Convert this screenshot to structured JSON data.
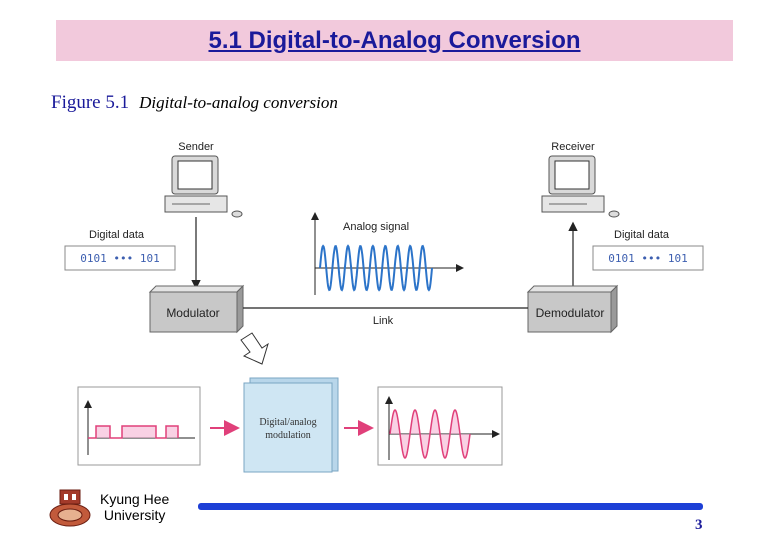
{
  "slide": {
    "title": "5.1 Digital-to-Analog Conversion",
    "figure_label": "Figure 5.1",
    "figure_caption": "Digital-to-analog conversion",
    "page_number": "3"
  },
  "diagram": {
    "sender_label": "Sender",
    "receiver_label": "Receiver",
    "digital_data_left": "Digital data",
    "digital_data_right": "Digital data",
    "bits_left": "0101 ••• 101",
    "bits_right": "0101 ••• 101",
    "analog_signal": "Analog signal",
    "modulator": "Modulator",
    "demodulator": "Demodulator",
    "link": "Link",
    "process_box_line1": "Digital/analog",
    "process_box_line2": "modulation"
  },
  "footer": {
    "university_line1": "Kyung Hee",
    "university_line2": "University"
  },
  "colors": {
    "title_bg": "#f2c9dc",
    "title_text": "#1a1a9a",
    "accent_bar": "#1d3fd6",
    "box_gray": "#c8c8c8",
    "signal_blue": "#2c74c9",
    "signal_pink": "#e85aa8",
    "process_box": "#cfe6f3"
  }
}
